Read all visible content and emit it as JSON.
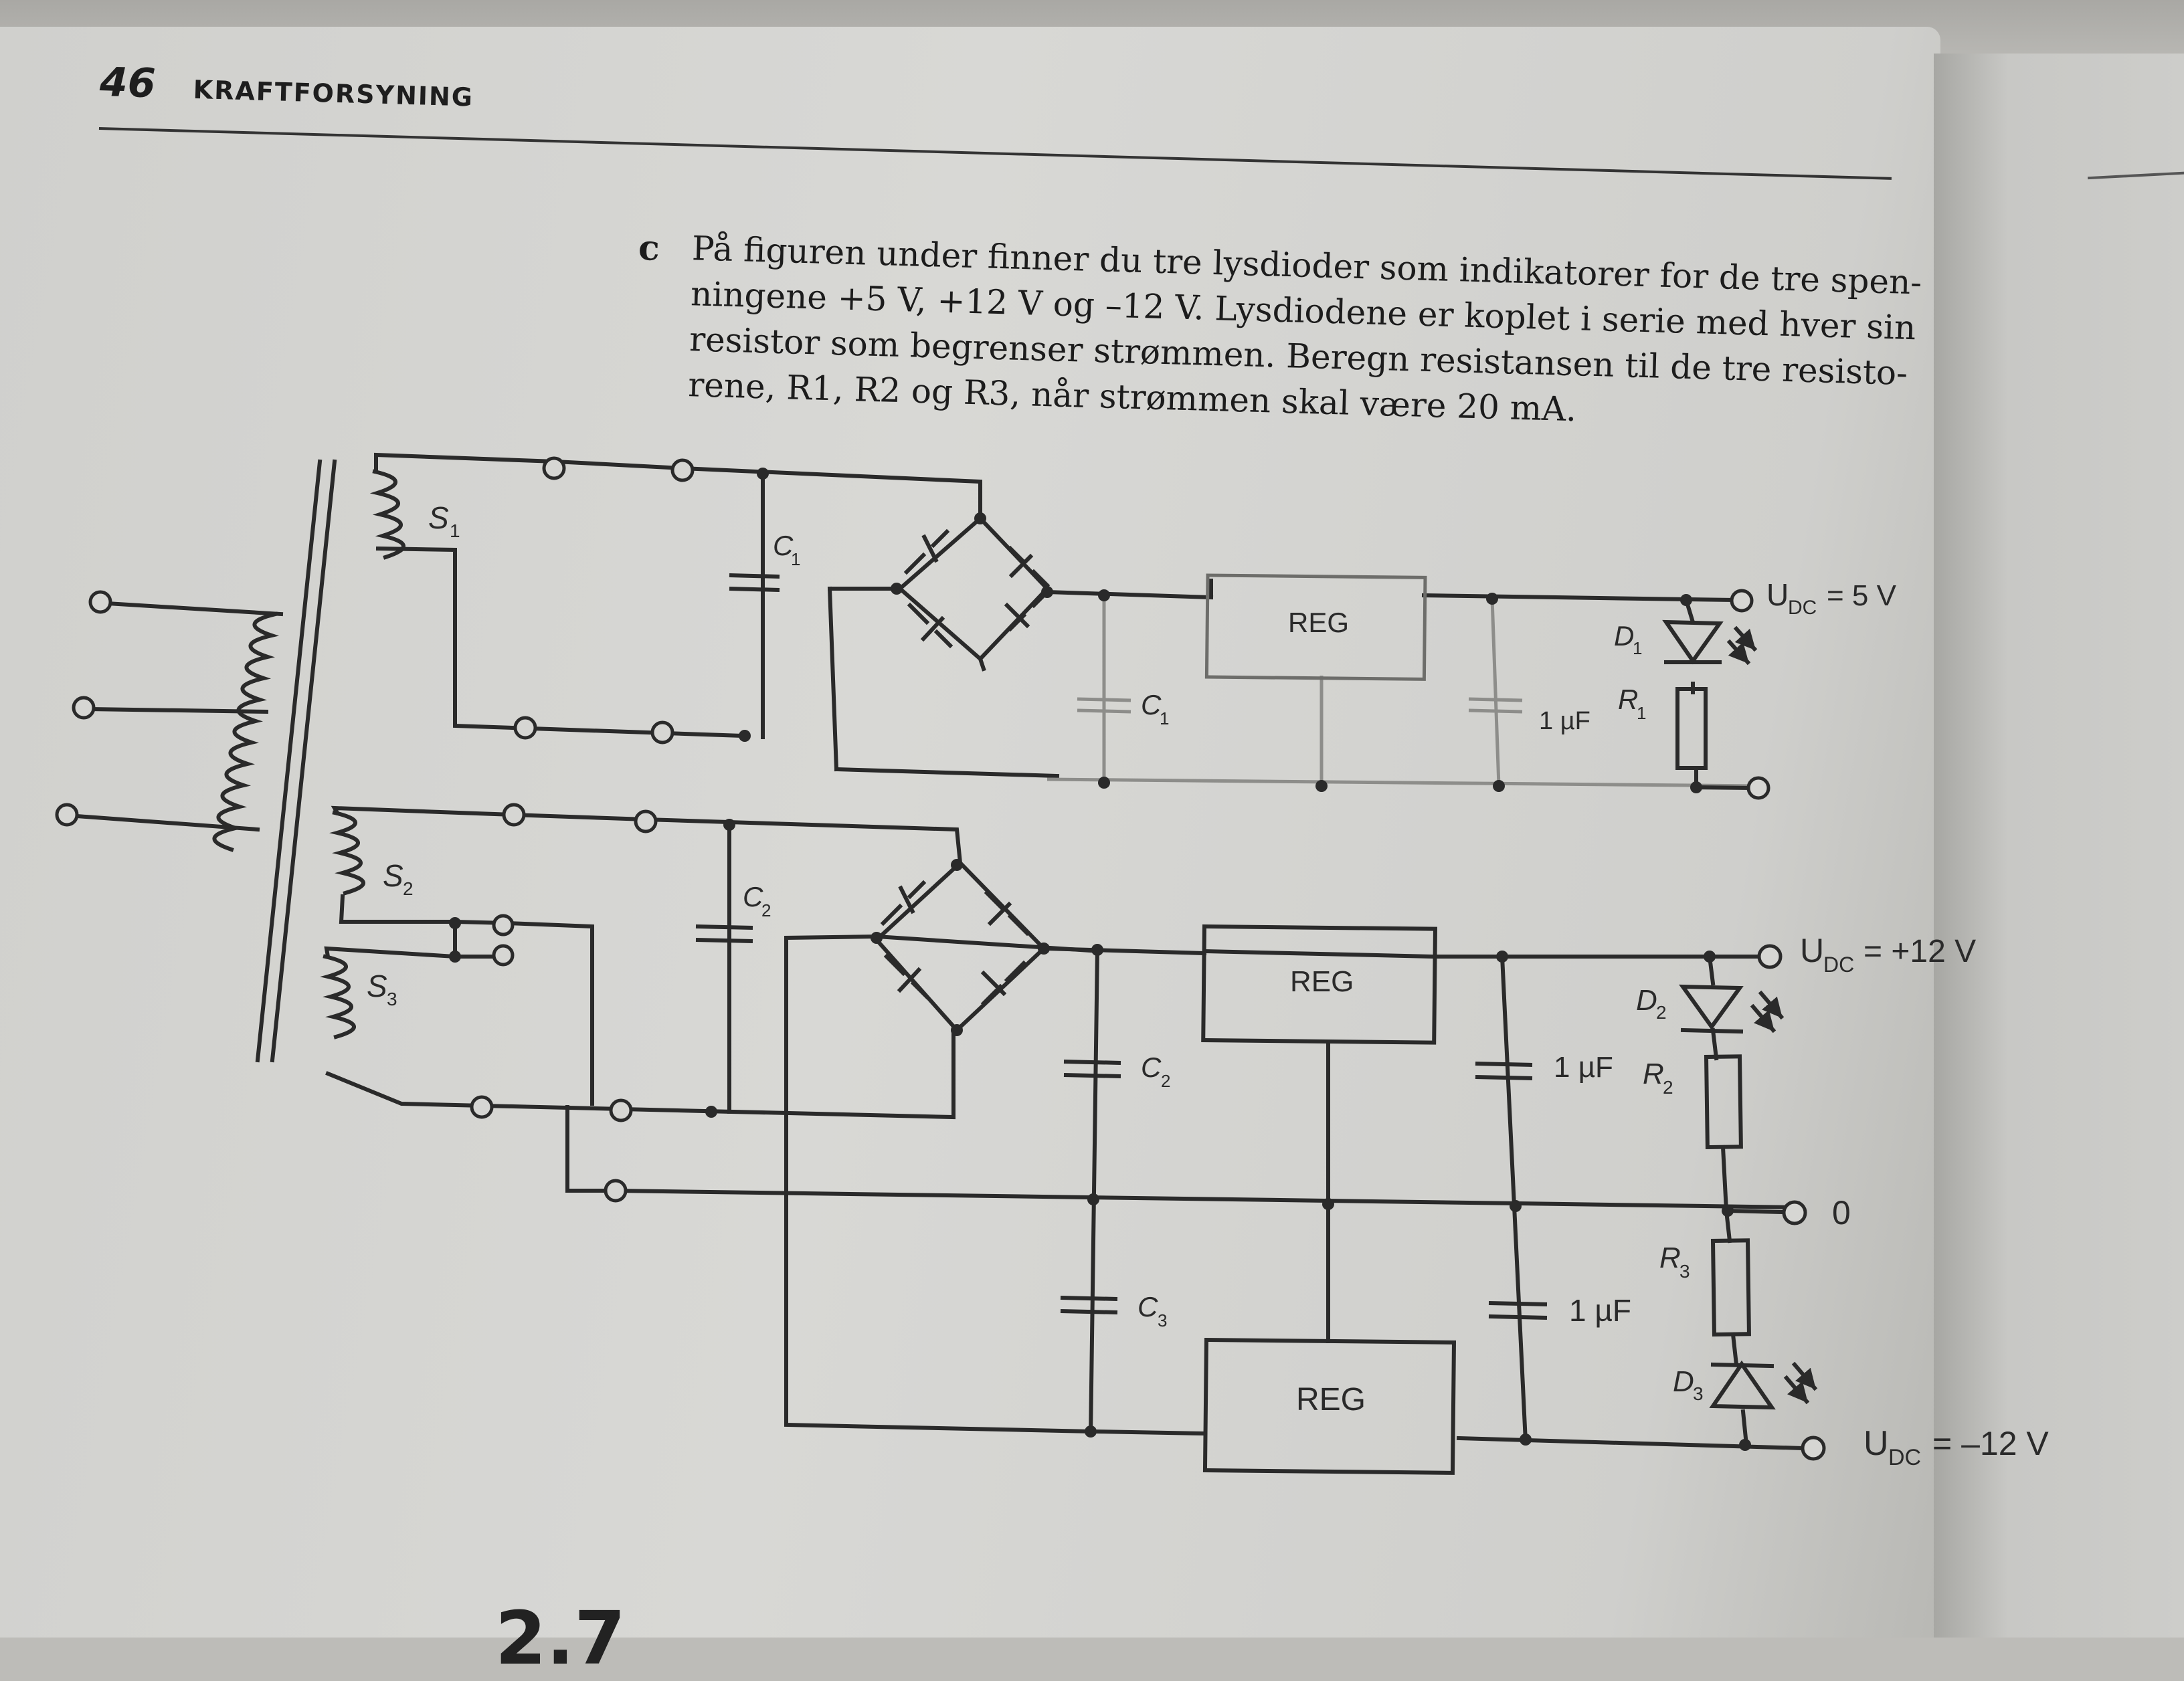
{
  "header": {
    "page_number": "46",
    "running_title": "KRAFTFORSYNING"
  },
  "question": {
    "letter": "c",
    "lines": [
      "På figuren under finner du tre lysdioder som indikatorer for de tre spen-",
      "ningene +5 V, +12 V og –12 V. Lysdiodene er koplet i serie med hver sin",
      "resistor som begrenser strømmen. Beregn resistansen til de tre resisto-",
      "rene, R1, R2 og R3, når strømmen skal være 20 mA."
    ]
  },
  "circuit": {
    "windings": {
      "s1": "S",
      "s2": "S",
      "s3": "S",
      "s1_sub": "1",
      "s2_sub": "2",
      "s3_sub": "3"
    },
    "capacitors": {
      "c1_in": "C",
      "c1_in_sub": "1",
      "c1_out": "C",
      "c1_out_sub": "1",
      "c2_in": "C",
      "c2_in_sub": "2",
      "c2_out": "C",
      "c2_out_sub": "2",
      "c3_out": "C",
      "c3_out_sub": "3",
      "uf_1": "1 µF",
      "uf_2": "1 µF",
      "uf_3": "1 µF"
    },
    "regulators": {
      "reg_1": "REG",
      "reg_2": "REG",
      "reg_3": "REG"
    },
    "leds": {
      "d1": "D",
      "d1_sub": "1",
      "d2": "D",
      "d2_sub": "2",
      "d3": "D",
      "d3_sub": "3"
    },
    "resistors": {
      "r1": "R",
      "r1_sub": "1",
      "r2": "R",
      "r2_sub": "2",
      "r3": "R",
      "r3_sub": "3"
    },
    "outputs": {
      "u_symbol": "U",
      "u_sub": "DC",
      "out_5": "= 5 V",
      "out_12": "= +12 V",
      "out_0": "0",
      "out_m12": "= –12 V"
    }
  },
  "footer": {
    "fragment": "2.7"
  }
}
